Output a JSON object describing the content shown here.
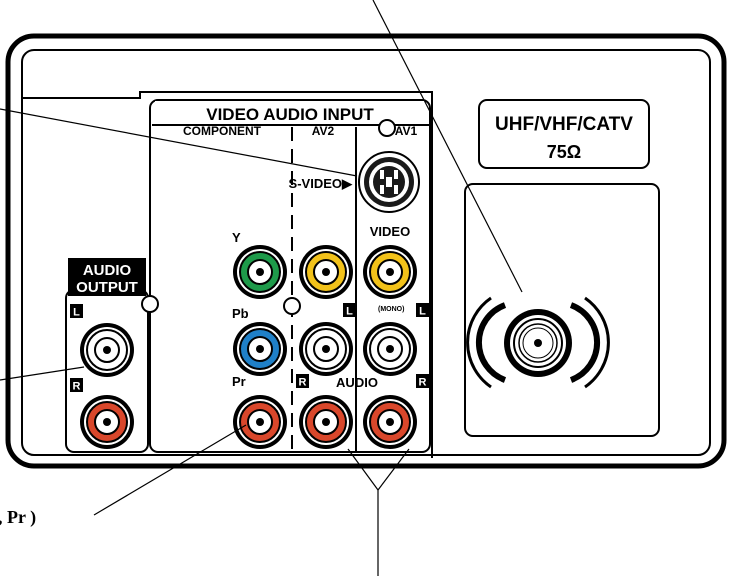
{
  "panel": {
    "section_title": "VIDEO AUDIO INPUT",
    "col_component": "COMPONENT",
    "col_av2": "AV2",
    "col_av1": "AV1",
    "svideo_label": "S-VIDEO▶",
    "video_label": "VIDEO",
    "audio_label": "AUDIO",
    "mono_label": "(MONO)",
    "y_label": "Y",
    "pb_label": "Pb",
    "pr_label": "Pr",
    "l": "L",
    "r": "R"
  },
  "audio_output": {
    "line1": "AUDIO",
    "line2": "OUTPUT",
    "l": "L",
    "r": "R"
  },
  "antenna": {
    "line1": "UHF/VHF/CATV",
    "line2": "75Ω"
  },
  "callout_cropped": ", Pr )",
  "jack_colors": {
    "green": "#1e9a4a",
    "blue": "#1f80c8",
    "yellow": "#f2c21a",
    "red": "#d9472b",
    "white": "#ffffff"
  }
}
